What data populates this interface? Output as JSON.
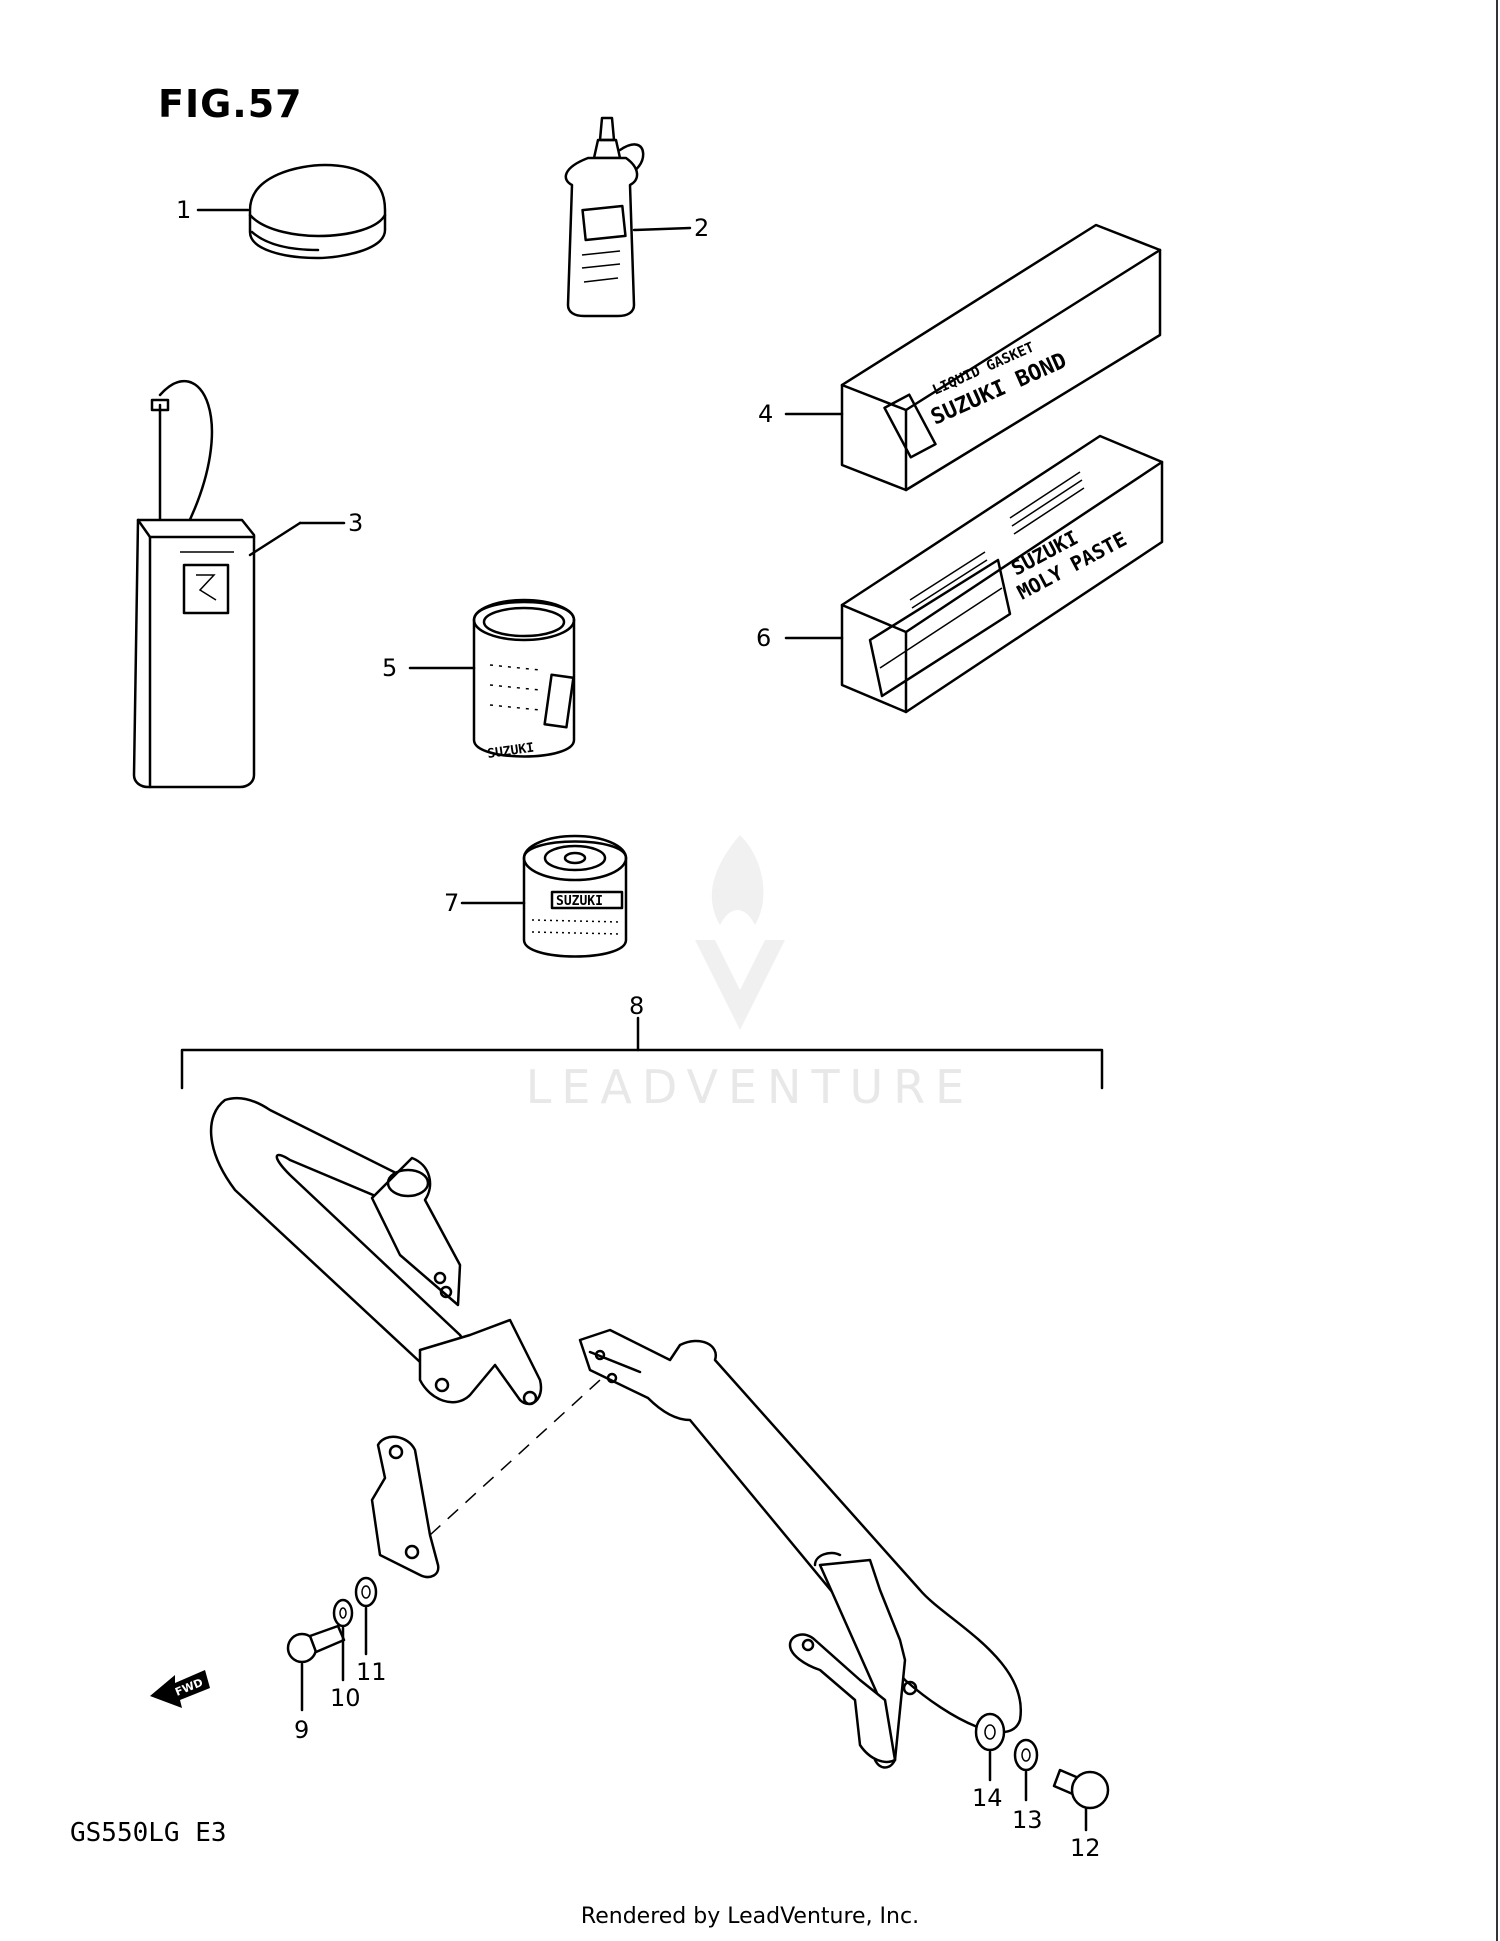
{
  "figure": {
    "title": "FIG.57",
    "model_code": "GS550LG E3",
    "footer": "Rendered by LeadVenture, Inc.",
    "watermark": "LEADVENTURE"
  },
  "callouts": [
    "1",
    "2",
    "3",
    "4",
    "5",
    "6",
    "7",
    "8",
    "9",
    "10",
    "11",
    "12",
    "13",
    "14"
  ],
  "packages": {
    "bond_line1": "LIQUID GASKET",
    "bond_line2": "SUZUKI BOND",
    "paste_line1": "SUZUKI",
    "paste_line2": "MOLY PASTE",
    "tin_label": "SUZUKI"
  },
  "arrow_label": "FWD"
}
